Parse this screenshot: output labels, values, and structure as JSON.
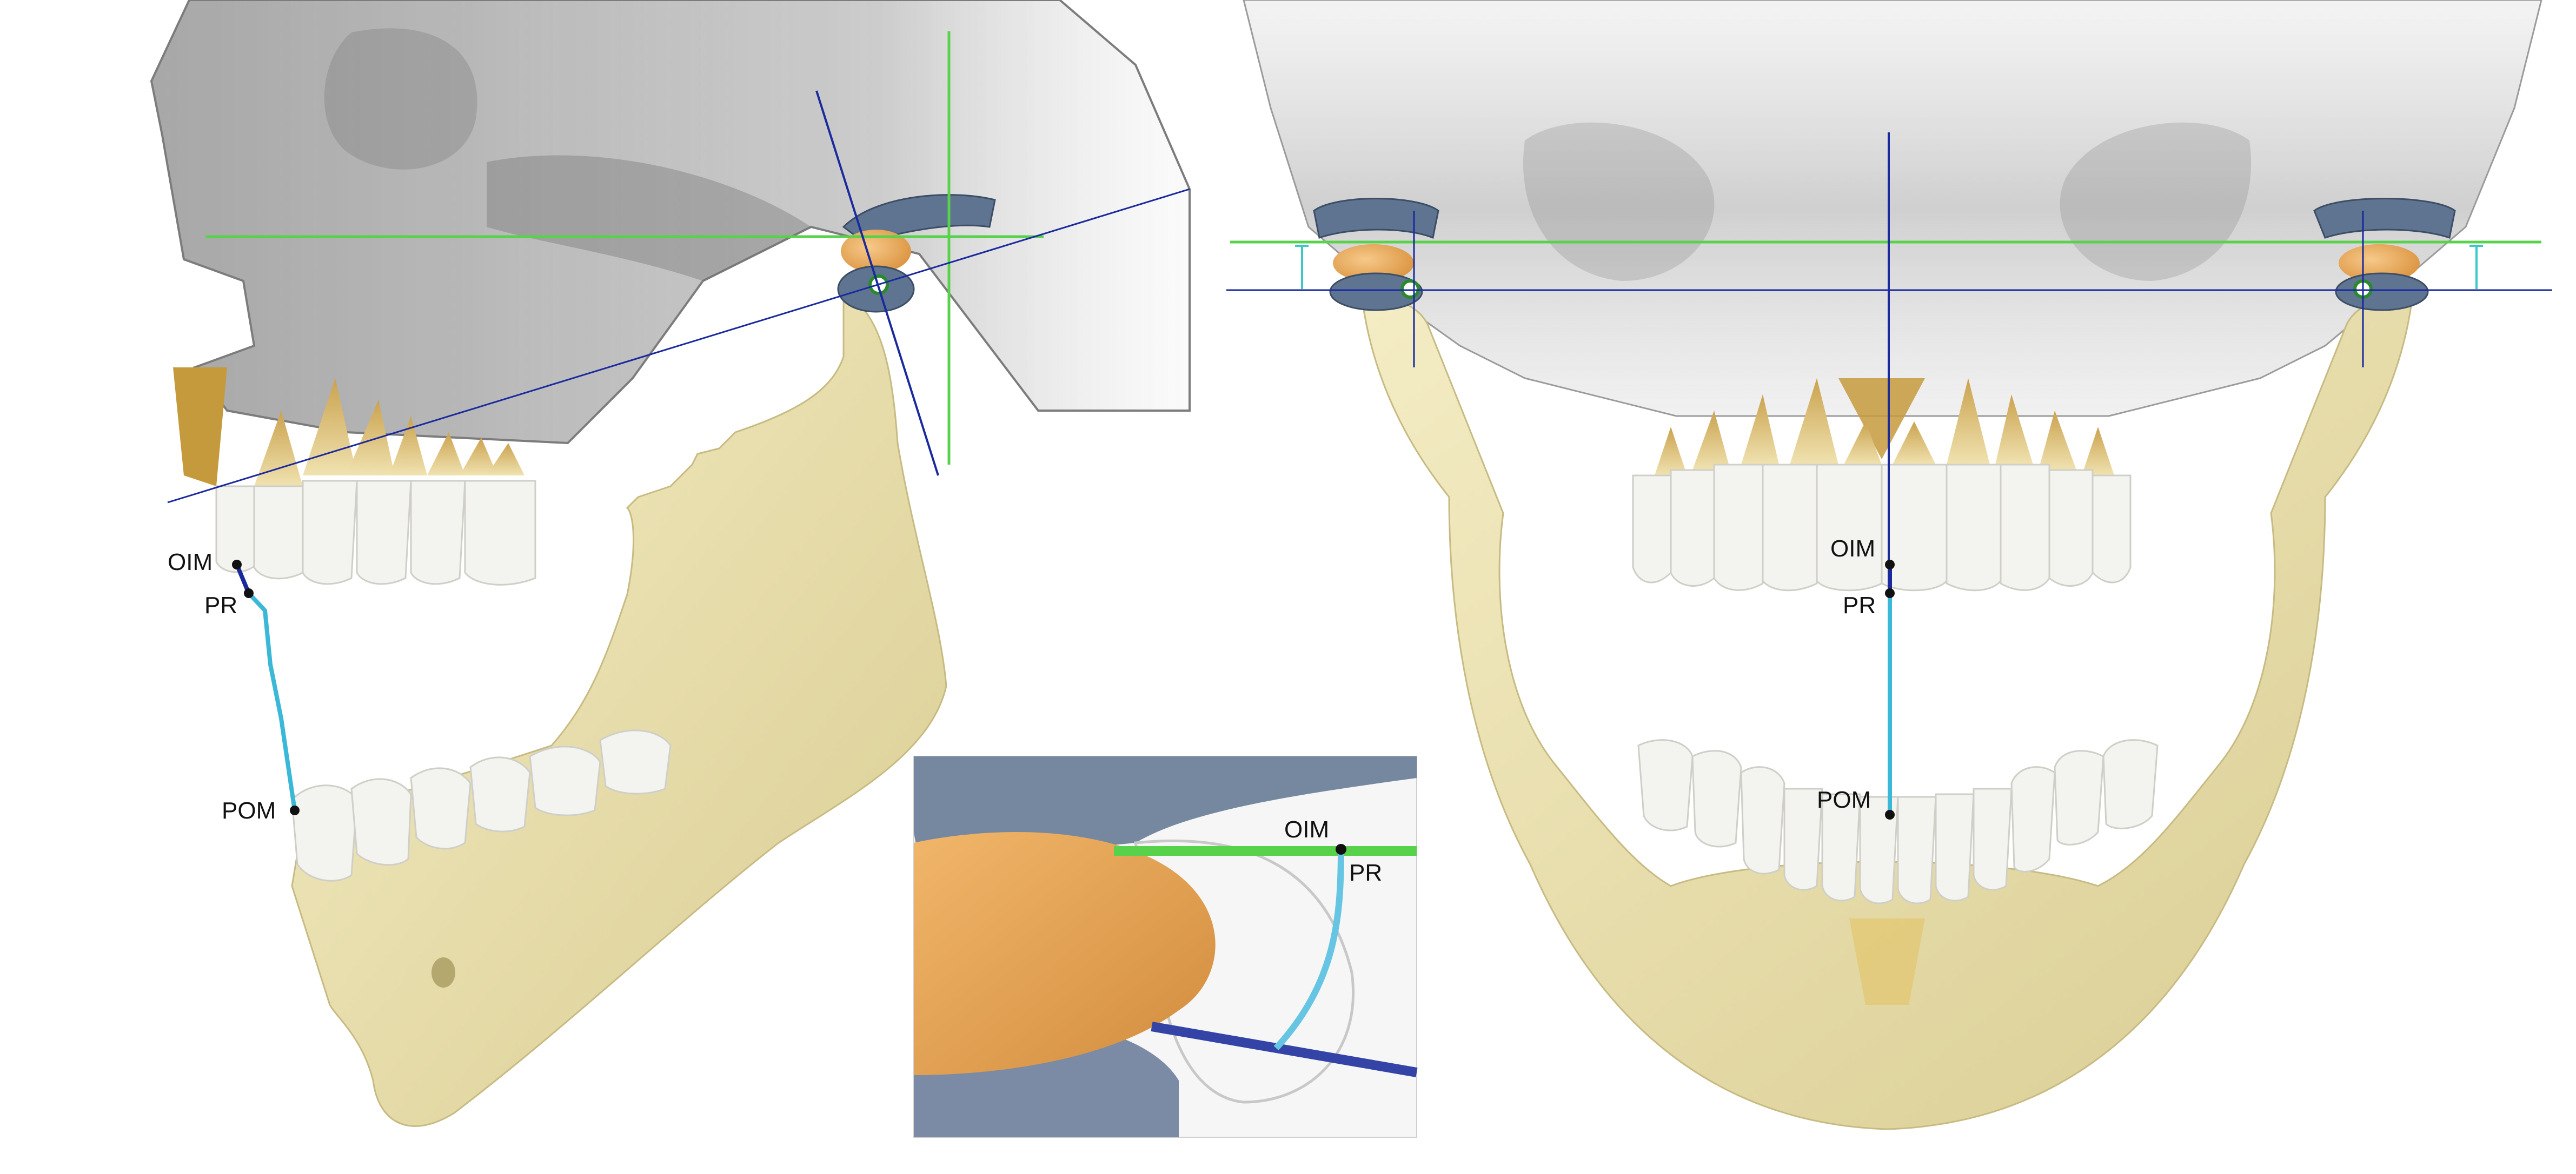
{
  "colors": {
    "skull": "#9e9e9e",
    "bone": "#eee5b4",
    "bone_shade": "#d8cc8e",
    "tooth": "#f4f4f2",
    "root": "#d9bd72",
    "disc": "#f2b266",
    "fossa": "#5f7491",
    "reference_green": "#57d24a",
    "axis_blue": "#1a2a9e",
    "trace_cyan": "#3bb8d8",
    "point": "#111111"
  },
  "labels": {
    "lateral": {
      "oim": "OIM",
      "pr": "PR",
      "pom": "POM"
    },
    "inset": {
      "oim": "OIM",
      "pr": "PR"
    },
    "frontal": {
      "oim": "OIM",
      "pr": "PR",
      "pom": "POM"
    }
  }
}
